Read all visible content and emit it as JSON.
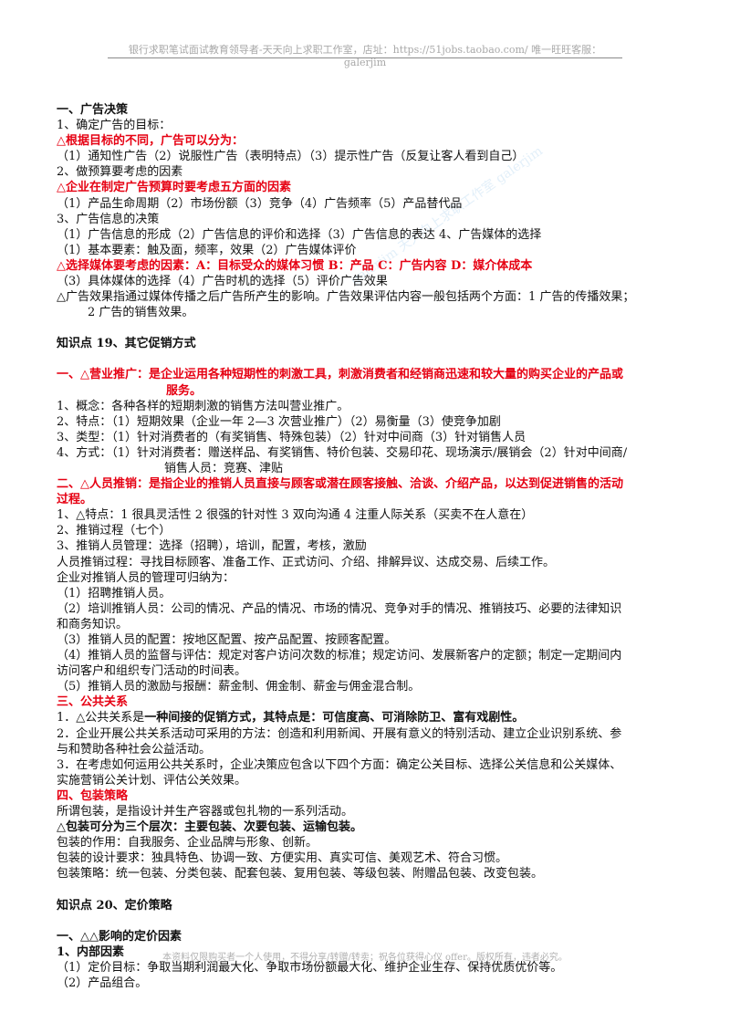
{
  "header": {
    "text": "银行求职笔试面试教育领导者-天天向上求职工作室，店址：https://51jobs.taobao.com/  唯一旺旺客服：galerjim"
  },
  "watermark": {
    "text": "galerjim 天天向上求职工作室 galerjim"
  },
  "footer": {
    "text": "本资料仅限购买者一个人使用，不得分享/转赠/转卖；祝各位获得心仪 offer。版权所有，违者必究。"
  },
  "lines": [
    "一、广告决策",
    "1、确定广告的目标：",
    "△根据目标的不同，广告可以分为：",
    "（1）通知性广告（2）说服性广告（表明特点）（3）提示性广告（反复让客人看到自己）",
    "2、做预算要考虑的因素",
    "△企业在制定广告预算时要考虑五方面的因素",
    "（1）产品生命周期（2）市场份额（3）竞争（4）广告频率（5）产品替代品",
    "3、广告信息的决策",
    "（1）广告信息的形成（2）广告信息的评价和选择（3）广告信息的表达 4、广告媒体的选择",
    "（1）基本要素：触及面，频率，效果（2）广告媒体评价",
    "△选择媒体要考虑的因素：A：目标受众的媒体习惯 B：产品 C：广告内容 D：媒介体成本",
    "（3）具体媒体的选择（4）广告时机的选择（5）评价广告效果",
    "△广告效果指通过媒体传播之后广告所产生的影响。广告效果评估内容一般包括两个方面：1 广告的传播效果；",
    "2 广告的销售效果。",
    "知识点 19、其它促销方式",
    "一、△营业推广：是企业运用各种短期性的刺激工具，刺激消费者和经销商迅速和较大量的购买企业的产品或",
    "服务。",
    "1、概念：各种各样的短期刺激的销售方法叫营业推广。",
    "2、特点：（1）短期效果（企业一年 2—3 次营业推广）（2）易衡量（3）使竞争加剧",
    "3、类型：（1）针对消费者的（有奖销售、特殊包装）（2）针对中间商（3）针对销售人员",
    "4、方式：（1）针对消费者：赠送样品、有奖销售、特价包装、交易印花、现场演示/展销会（2）针对中间商/",
    "销售人员：竞赛、津贴",
    "二、△人员推销：是指企业的推销人员直接与顾客或潜在顾客接触、洽谈、介绍产品，以达到促进销售的活动",
    "过程。",
    "1、△特点：1 很具灵活性 2 很强的针对性 3 双向沟通 4 注重人际关系（买卖不在人意在）",
    "2、推销过程（七个）",
    "3、推销人员管理：选择（招聘），培训，配置，考核，激励",
    "人员推销过程：寻找目标顾客、准备工作、正式访问、介绍、排解异议、达成交易、后续工作。",
    "企业对推销人员的管理可归纳为：",
    "（1）招聘推销人员。",
    "（2）培训推销人员：公司的情况、产品的情况、市场的情况、竞争对手的情况、推销技巧、必要的法律知识",
    "和商务知识。",
    "（3）推销人员的配置：按地区配置、按产品配置、按顾客配置。",
    "（4）推销人员的监督与评估：规定对客户访问次数的标准；规定访问、发展新客户的定额；制定一定期间内",
    "访问客户和组织专门活动的时间表。",
    "（5）推销人员的激励与报酬：薪金制、佣金制、薪金与佣金混合制。",
    "三、公共关系",
    "1．△公共关系是",
    "一种间接的促销方式，其特点是：可信度高、可消除防卫、富有戏剧性。",
    "2．企业开展公共关系活动可采用的方法：创造和利用新闻、开展有意义的特别活动、建立企业识别系统、参",
    "与和赞助各种社会公益活动。",
    "3．在考虑如何运用公共关系时，企业决策应包含以下四个方面：确定公关目标、选择公关信息和公关媒体、",
    "实施营销公关计划、评估公关效果。",
    "四、包装策略",
    "所谓包装，是指设计并生产容器或包扎物的一系列活动。",
    "△包装可分为三个层次：主要包装、次要包装、运输包装。",
    "包装的作用：自我服务、企业品牌与形象、创新。",
    "包装的设计要求：独具特色、协调一致、方便实用、真实可信、美观艺术、符合习惯。",
    "包装策略：统一包装、分类包装、配套包装、复用包装、等级包装、附赠品包装、改变包装。",
    "知识点 20、定价策略",
    "一、△△影响的定价因素",
    "1、内部因素",
    "（1）定价目标：争取当期利润最大化、争取市场份额最大化、维护企业生存、保持优质优价等。",
    "（2）产品组合。"
  ]
}
